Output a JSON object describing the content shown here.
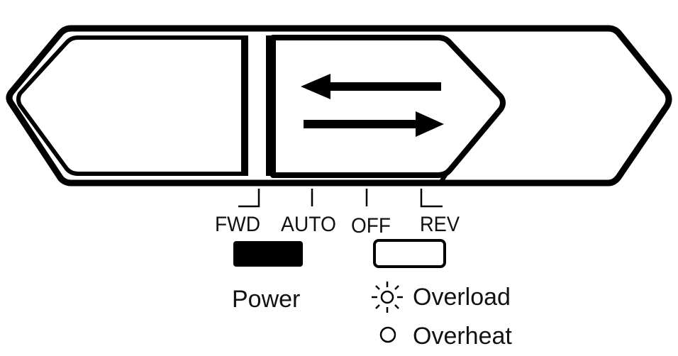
{
  "switch": {
    "positions": [
      "FWD",
      "AUTO",
      "OFF",
      "REV"
    ],
    "direction_icon": "bidirectional-arrows-icon"
  },
  "indicators": {
    "power": {
      "label": "Power",
      "state": "on",
      "color": "#000000"
    },
    "status": {
      "state": "off",
      "color": "#ffffff"
    }
  },
  "legend": {
    "overload": {
      "icon": "blinking-light-icon",
      "label": "Overload"
    },
    "overheat": {
      "icon": "steady-light-icon",
      "label": "Overheat"
    }
  }
}
